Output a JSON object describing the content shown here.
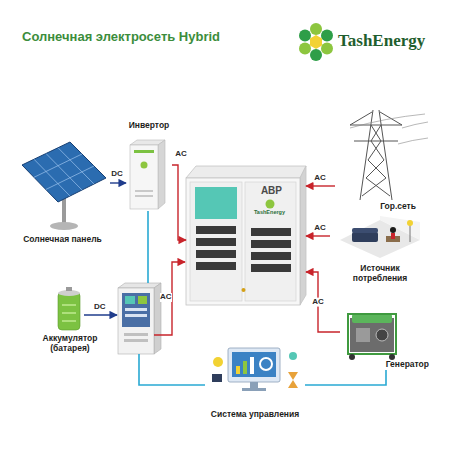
{
  "diagram": {
    "title": "Солнечная электросеть Hybrid",
    "nodes": [
      {
        "text": [
          "Солнечная панель"
        ]
      },
      {
        "text": [
          "Инвертор"
        ]
      },
      {
        "text": [
          "АВР",
          "TashEnergy"
        ]
      },
      {
        "text": [
          "Гор.сеть"
        ]
      },
      {
        "text": [
          "Источник потребления"
        ]
      },
      {
        "text": [
          "Аккумулятор (батарея)"
        ]
      },
      {
        "text": [
          "Генератор"
        ]
      },
      {
        "text": [
          "Система управления"
        ]
      }
    ],
    "edges": [
      {
        "from": 0,
        "to": 1,
        "label": "DC",
        "arrow": "to"
      },
      {
        "from": 1,
        "to": 2,
        "label": "AC",
        "arrow": "to"
      },
      {
        "from": 3,
        "to": 2,
        "label": "AC",
        "arrow": "to"
      },
      {
        "from": 4,
        "to": 2,
        "label": "AC",
        "arrow": "to"
      },
      {
        "from": 6,
        "to": 2,
        "label": "AC",
        "arrow": "to"
      },
      {
        "from": 7,
        "to": 6,
        "arrow": "none"
      }
    ],
    "labels": [
      "TashEnergy",
      "DC",
      "AC"
    ]
  }
}
